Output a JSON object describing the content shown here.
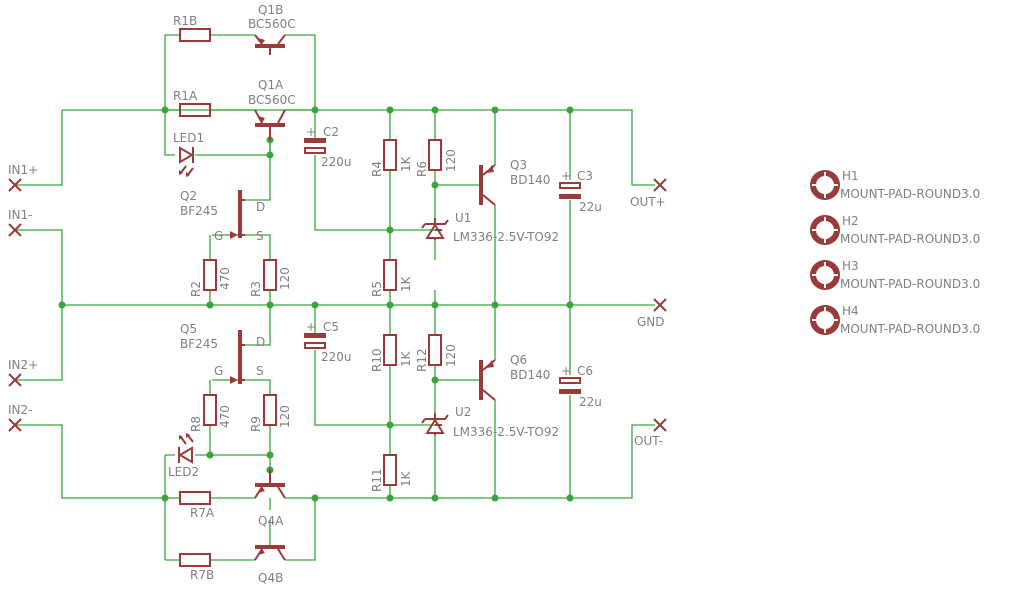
{
  "ports": {
    "in1p": "IN1+",
    "in1m": "IN1-",
    "in2p": "IN2+",
    "in2m": "IN2-",
    "outp": "OUT+",
    "gnd": "GND",
    "outm": "OUT-"
  },
  "components": {
    "r1b": "R1B",
    "r1a": "R1A",
    "r7a": "R7A",
    "r7b": "R7B",
    "q1b": "Q1B",
    "q1b_val": "BC560C",
    "q1a": "Q1A",
    "q1a_val": "BC560C",
    "q4a": "Q4A",
    "q4b": "Q4B",
    "led1": "LED1",
    "led2": "LED2",
    "q2": "Q2",
    "q2_val": "BF245",
    "q5": "Q5",
    "q5_val": "BF245",
    "pin_g": "G",
    "pin_d": "D",
    "pin_s": "S",
    "r2": "R2",
    "r2_val": "470",
    "r3": "R3",
    "r3_val": "120",
    "r8": "R8",
    "r8_val": "470",
    "r9": "R9",
    "r9_val": "120",
    "c2": "C2",
    "c2_val": "220u",
    "c5": "C5",
    "c5_val": "220u",
    "r4": "R4",
    "r4_val": "1K",
    "r6": "R6",
    "r6_val": "120",
    "r5": "R5",
    "r5_val": "1K",
    "r10": "R10",
    "r10_val": "1K",
    "r12": "R12",
    "r12_val": "120",
    "r11": "R11",
    "r11_val": "1K",
    "q3": "Q3",
    "q3_val": "BD140",
    "q6": "Q6",
    "q6_val": "BD140",
    "u1": "U1",
    "u1_val": "LM336-2.5V-TO92",
    "u2": "U2",
    "u2_val": "LM336-2.5V-TO92",
    "c3": "C3",
    "c3_val": "22u",
    "c6": "C6",
    "c6_val": "22u",
    "plus": "+"
  },
  "mounts": [
    {
      "ref": "H1",
      "value": "MOUNT-PAD-ROUND3.0"
    },
    {
      "ref": "H2",
      "value": "MOUNT-PAD-ROUND3.0"
    },
    {
      "ref": "H3",
      "value": "MOUNT-PAD-ROUND3.0"
    },
    {
      "ref": "H4",
      "value": "MOUNT-PAD-ROUND3.0"
    }
  ],
  "colors": {
    "wire": "#3aa53a",
    "part": "#9a3a3a",
    "label": "#808080"
  }
}
